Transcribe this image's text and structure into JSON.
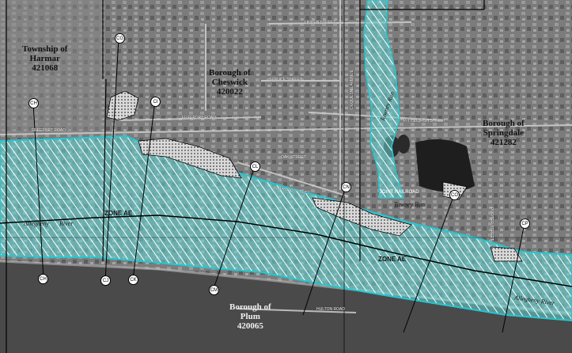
{
  "municipalities": [
    {
      "name": "Township of Harmar",
      "line1": "Township of",
      "line2": "Harmar",
      "code": "421068"
    },
    {
      "name": "Borough of Cheswick",
      "line1": "Borough of",
      "line2": "Cheswick",
      "code": "420022"
    },
    {
      "name": "Borough of Springdale",
      "line1": "Borough of",
      "line2": "Springdale",
      "code": "421282"
    },
    {
      "name": "Borough of Plum",
      "line1": "Borough of",
      "line2": "Plum",
      "code": "420065"
    }
  ],
  "zones": [
    "ZONE AE",
    "ZONE AE"
  ],
  "rivers": [
    "Allegheny",
    "River",
    "Allegheny River",
    "Tawney Run",
    "Tawney Run"
  ],
  "streets": [
    "LINDEN STREET",
    "SPRUCE STREET",
    "FREEPORT ROAD",
    "FREEPORT ROAD",
    "PITTSBURGH STREET",
    "RAILROAD STREET",
    "HULTON ROAD",
    "OAK STREET",
    "DUQUESNE AVENUE",
    "PORTER STREET"
  ],
  "place_labels": [
    "JOINT RAILROAD"
  ],
  "cross_sections": [
    "CH",
    "CH",
    "CG",
    "CI",
    "CJ",
    "CK",
    "CL",
    "CM",
    "CN",
    "CO",
    "CP"
  ],
  "colors": {
    "flood_hatch": "#5fd6d6",
    "flood_border": "#26c6cf",
    "panel_line": "#000000"
  }
}
